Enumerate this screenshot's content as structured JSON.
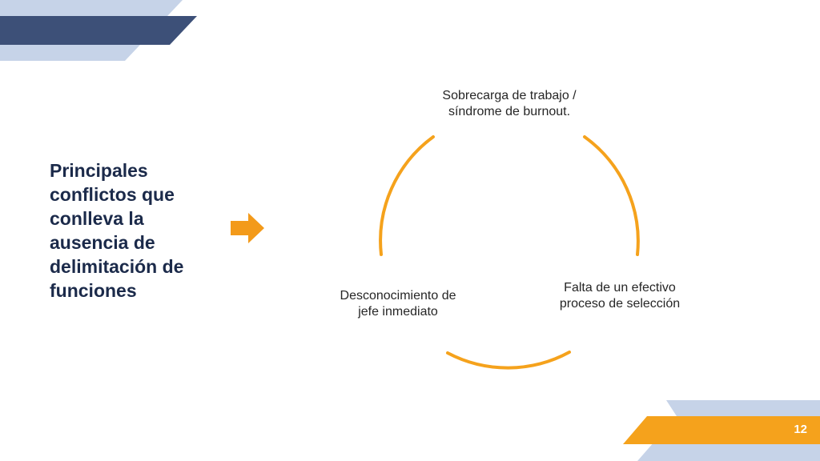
{
  "slide": {
    "title": "Principales conflictos que conlleva la ausencia de delimitación de funciones",
    "page_number": "12"
  },
  "cycle": {
    "nodes": [
      {
        "label": "Sobrecarga de trabajo / síndrome de burnout."
      },
      {
        "label": "Falta de un efectivo proceso de selección"
      },
      {
        "label": "Desconocimiento de jefe inmediato"
      }
    ],
    "arc_color": "#f5a21c"
  },
  "colors": {
    "title": "#1b2a4a",
    "accent_orange": "#f5a21c",
    "arrow_orange": "#f39a1a",
    "navy_band": "#3d5078",
    "light_band": "#c6d3e8"
  }
}
